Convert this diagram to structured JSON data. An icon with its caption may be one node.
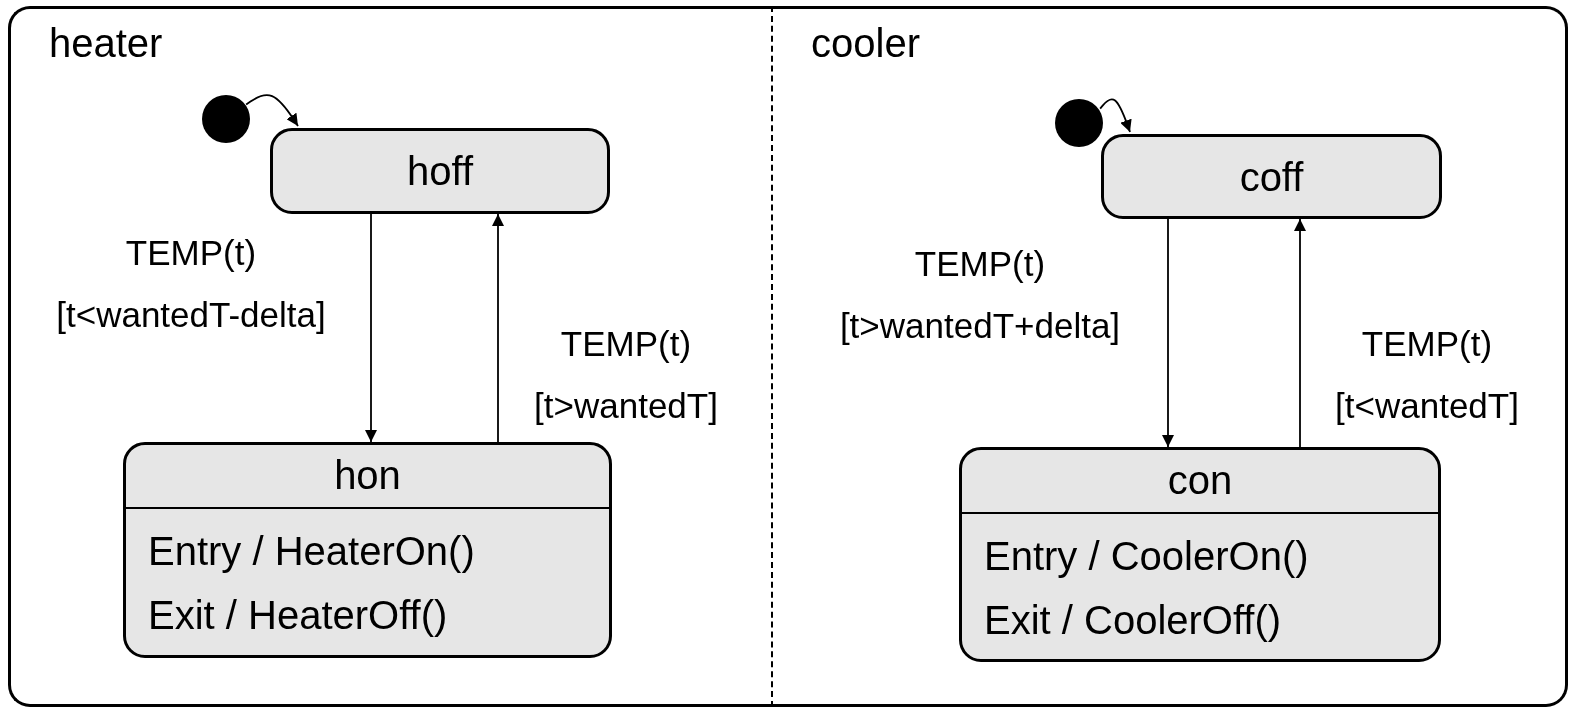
{
  "diagram": {
    "nodes": [
      {
        "text": [
          "heater"
        ]
      },
      {
        "text": [],
        "shape": "circle",
        "in": 0
      },
      {
        "text": [
          "hoff"
        ],
        "in": 0
      },
      {
        "text": [
          "hon",
          "Entry / HeaterOn()",
          "Exit / HeaterOff()"
        ],
        "in": 0
      },
      {
        "text": [
          "cooler"
        ]
      },
      {
        "text": [],
        "shape": "circle",
        "in": 4
      },
      {
        "text": [
          "coff"
        ],
        "in": 4
      },
      {
        "text": [
          "con",
          "Entry / CoolerOn()",
          "Exit / CoolerOff()"
        ],
        "in": 4
      }
    ],
    "edges": [
      {
        "from": 1,
        "to": 2,
        "arrow": "to"
      },
      {
        "from": 2,
        "to": 3,
        "arrow": "to",
        "label": "TEMP(t) [t<wantedT-delta]"
      },
      {
        "from": 3,
        "to": 2,
        "arrow": "to",
        "label": "TEMP(t) [t>wantedT]"
      },
      {
        "from": 5,
        "to": 6,
        "arrow": "to"
      },
      {
        "from": 6,
        "to": 7,
        "arrow": "to",
        "label": "TEMP(t) [t>wantedT+delta]"
      },
      {
        "from": 7,
        "to": 6,
        "arrow": "to",
        "label": "TEMP(t) [t<wantedT]"
      }
    ]
  }
}
